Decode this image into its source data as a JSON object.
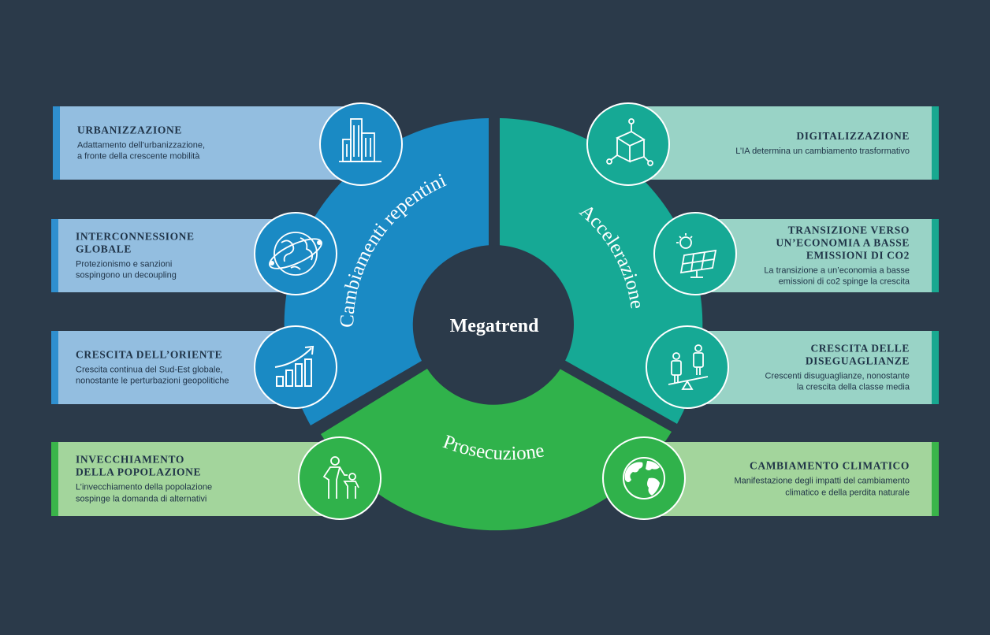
{
  "center_label": "Megatrend",
  "segments": {
    "left": "Cambiamenti repentini",
    "right": "Accelerazione",
    "bottom": "Prosecuzione"
  },
  "colors": {
    "background": "#2b3a4a",
    "blue": "#1a8ac4",
    "teal": "#16a995",
    "green": "#30b24b"
  },
  "cards": {
    "urbanizzazione": {
      "title": "URBANIZZAZIONE",
      "desc": "Adattamento dell’urbanizzazione,\na fronte della crescente mobilità",
      "icon": "city-buildings-icon"
    },
    "interconnessione": {
      "title": "INTERCONNESSIONE\nGLOBALE",
      "desc": "Protezionismo e sanzioni\nsospingono un decoupling",
      "icon": "globe-network-icon"
    },
    "crescita_oriente": {
      "title": "CRESCITA DELL’ORIENTE",
      "desc": "Crescita continua del Sud-Est globale,\nnonostante le perturbazioni geopolitiche",
      "icon": "growth-chart-icon"
    },
    "invecchiamento": {
      "title": "INVECCHIAMENTO\nDELLA POPOLAZIONE",
      "desc": "L’invecchiamento della popolazione\nsospinge la domanda di alternativi",
      "icon": "parent-child-icon"
    },
    "digitalizzazione": {
      "title": "DIGITALIZZAZIONE",
      "desc": "L’IA determina un cambiamento trasformativo",
      "icon": "network-cube-icon"
    },
    "transizione": {
      "title": "TRANSIZIONE VERSO\nUN’ECONOMIA A BASSE\nEMISSIONI DI CO2",
      "desc": "La transizione a un’economia a basse\nemissioni di co2 spinge la crescita",
      "icon": "solar-panel-icon"
    },
    "diseguaglianze": {
      "title": "CRESCITA DELLE\nDISEGUAGLIANZE",
      "desc": "Crescenti disuguaglianze, nonostante\nla crescita della classe media",
      "icon": "people-balance-icon"
    },
    "climatico": {
      "title": "CAMBIAMENTO CLIMATICO",
      "desc": "Manifestazione degli impatti del cambiamento\nclimatico e della perdita naturale",
      "icon": "earth-globe-icon"
    }
  }
}
